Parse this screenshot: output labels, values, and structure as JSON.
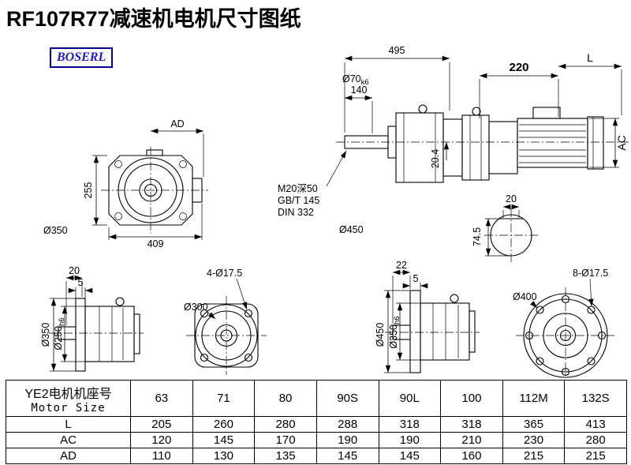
{
  "page": {
    "title": "RF107R77减速机电机尺寸图纸",
    "logo_text": "BOSERL"
  },
  "front_view": {
    "dim_ad": "AD",
    "dim_height": "255",
    "dim_width": "409",
    "dim_flange_dia": "Ø350"
  },
  "side_view": {
    "dim_total_length": "495",
    "dim_shaft_length": "140",
    "shaft_dia": "Ø70",
    "shaft_dia_tol": "k6",
    "dim_adapter": "220",
    "dim_motor_length": "L",
    "dim_motor_dia": "AC",
    "dim_key_height": "20.4",
    "note_tap": "M20深50",
    "note_std1": "GB/T 145",
    "note_std2": "DIN 332",
    "dim_housing_dia": "Ø450",
    "dim_key_width": "20",
    "dim_shaft_section": "74.5"
  },
  "flange_view_350": {
    "dim_20": "20",
    "dim_5": "5",
    "dim_outer": "Ø350",
    "dim_spigot": "Ø250",
    "dim_spigot_tol": "h6"
  },
  "face_view_300": {
    "holes": "4-Ø17.5",
    "dim_circle": "Ø300"
  },
  "flange_view_450": {
    "dim_22": "22",
    "dim_5": "5",
    "dim_outer": "Ø450",
    "dim_spigot": "Ø350",
    "dim_spigot_tol": "h6"
  },
  "face_view_400": {
    "holes": "8-Ø17.5",
    "dim_circle": "Ø400"
  },
  "table": {
    "header_line1": "YE2电机机座号",
    "header_line2": "Motor Size",
    "sizes": [
      "63",
      "71",
      "80",
      "90S",
      "90L",
      "100",
      "112M",
      "132S"
    ],
    "rows": [
      {
        "label": "L",
        "values": [
          "205",
          "260",
          "280",
          "288",
          "318",
          "318",
          "365",
          "413"
        ]
      },
      {
        "label": "AC",
        "values": [
          "120",
          "145",
          "170",
          "190",
          "190",
          "210",
          "230",
          "280"
        ]
      },
      {
        "label": "AD",
        "values": [
          "110",
          "130",
          "135",
          "145",
          "145",
          "160",
          "215",
          "215"
        ]
      }
    ]
  }
}
